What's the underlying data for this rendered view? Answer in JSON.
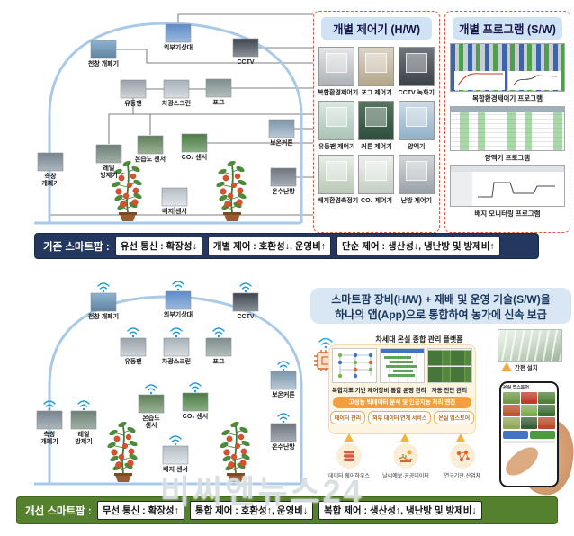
{
  "watermark": "비씨엔뉴스24",
  "colors": {
    "navy_banner": "#24375e",
    "green_banner": "#55812f",
    "arch": "#a9c9e9",
    "dashed_border": "#e0584a",
    "panel_title_bg": "#cfe3f5",
    "headline_bg": "#d9e6f4",
    "engine_orange": "#f49f3f",
    "wifi_blue": "#1f9ad6"
  },
  "greenhouse_items": [
    {
      "label": "천창 개폐기",
      "c1": "#8fb3cf",
      "c2": "#5f82a0"
    },
    {
      "label": "외부기상대",
      "c1": "#5d8cc7",
      "c2": "#9db9dd"
    },
    {
      "label": "CCTV",
      "c1": "#3f454c",
      "c2": "#8b9199"
    },
    {
      "label": "유동팬",
      "c1": "#9aa1a8",
      "c2": "#cfd4d8"
    },
    {
      "label": "차광스크린",
      "c1": "#a7b0b8",
      "c2": "#d8dde1"
    },
    {
      "label": "포그",
      "c1": "#7e8d8d",
      "c2": "#b2bfbc"
    },
    {
      "label": "보온커튼",
      "c1": "#7b96ab",
      "c2": "#bac9d6"
    },
    {
      "label": "레일 방제기",
      "c1": "#6d8076",
      "c2": "#a2b0a8"
    },
    {
      "label": "온습도 센서",
      "c1": "#5f7f58",
      "c2": "#9bb295"
    },
    {
      "label": "CO₂ 센서",
      "c1": "#4e7a48",
      "c2": "#8aae84"
    },
    {
      "label": "측창 개폐기",
      "c1": "#77848e",
      "c2": "#adb7bf"
    },
    {
      "label": "온수난방",
      "c1": "#6e757d",
      "c2": "#a6adb4"
    },
    {
      "label": "배지 센서",
      "c1": "#b4bcc3",
      "c2": "#e2e6ea"
    }
  ],
  "legacy": {
    "hw_panel": {
      "title": "개별 제어기 (H/W)",
      "items": [
        {
          "label": "복합환경제어기",
          "c1": "#e3e5e7",
          "c2": "#aeb3b8"
        },
        {
          "label": "포그 제어기",
          "c1": "#ded4c4",
          "c2": "#b3a68d"
        },
        {
          "label": "CCTV 녹화기",
          "c1": "#70767d",
          "c2": "#3c4248"
        },
        {
          "label": "유동팬 제어기",
          "c1": "#d9e8e0",
          "c2": "#a9c4b6"
        },
        {
          "label": "커튼 제어기",
          "c1": "#55755f",
          "c2": "#2f4f3e"
        },
        {
          "label": "양액기",
          "c1": "#cddbe6",
          "c2": "#90b1c8"
        },
        {
          "label": "배지환경측정기",
          "c1": "#e8efe7",
          "c2": "#b9c8b7"
        },
        {
          "label": "CO₂ 제어기",
          "c1": "#eef1ee",
          "c2": "#c3cfc3"
        },
        {
          "label": "난방 제어기",
          "c1": "#d3d7db",
          "c2": "#9aa1a8"
        }
      ]
    },
    "sw_panel": {
      "title": "개별 프로그램 (S/W)",
      "items": [
        "복합환경제어기 프로그램",
        "양액기 프로그램",
        "배지 모니터링 프로그램"
      ]
    },
    "banner": {
      "label": "기존 스마트팜 :",
      "tags": [
        "유선 통신 : 확장성↓",
        "개별 제어 : 호환성↓, 운영비↑",
        "단순 제어 : 생산성↓, 냉난방 및 방제비↑"
      ]
    }
  },
  "improved": {
    "headline_line1": "스마트팜 장비(H/W) + 재배 및 운영 기술(S/W)을",
    "headline_line2": "하나의 앱(App)으로 통합하여 농가에 신속 보급",
    "platform": {
      "title": "차세대 온실 종합 관리 플랫폼",
      "modules": [
        "복합지표 기반 제어",
        "장비 통합 운영 관리",
        "자동 진단 관리"
      ],
      "engine": "고성능 빅데이터 분석 및 인공지능 처리 엔진",
      "services": [
        "데이터 관리",
        "외부 데이터 연계 서비스",
        "온실 앱스토어"
      ],
      "sources": [
        "데이터 웨어하우스",
        "날씨예보·공공데이터",
        "연구기관·산업체"
      ],
      "install_label": "간편 설치",
      "phone_app_title": "온실 앱스토어",
      "app_tiles": [
        "#6f9a45",
        "#c03c28",
        "#4f8038",
        "#c2512e",
        "#7fae4e",
        "#3f6e35",
        "#93a85d",
        "#365f33",
        "#bb4a2c"
      ]
    },
    "banner": {
      "label": "개선 스마트팜 :",
      "tags": [
        "무선 통신 : 확장성↑",
        "통합 제어 : 호환성↑, 운영비↓",
        "복합 제어 : 생산성↑, 냉난방 및 방제비↓"
      ]
    }
  }
}
